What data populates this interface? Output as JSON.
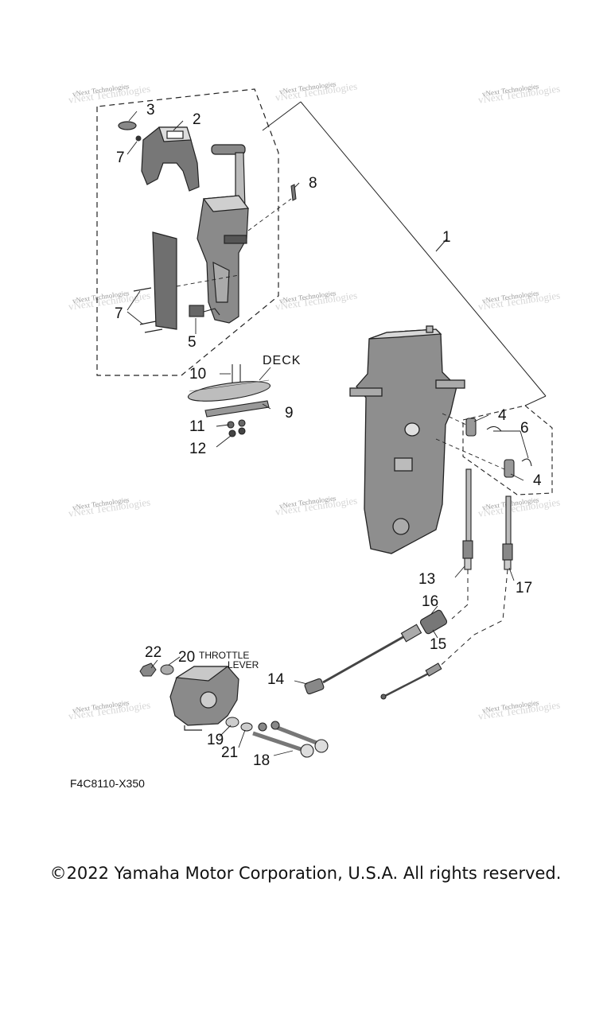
{
  "diagram": {
    "callouts": [
      "1",
      "2",
      "3",
      "4",
      "4",
      "5",
      "6",
      "7",
      "7",
      "8",
      "9",
      "10",
      "11",
      "12",
      "13",
      "14",
      "15",
      "16",
      "17",
      "18",
      "19",
      "20",
      "21",
      "22"
    ],
    "deck_label": "DECK",
    "throttle_label_line1": "THROTTLE",
    "throttle_label_line2": "LEVER",
    "figure_code": "F4C8110-X350",
    "watermark_line1": "vNext Technologies",
    "watermark_line2": "vNext Technologies"
  },
  "footer": {
    "copyright": "©2022 Yamaha Motor Corporation, U.S.A. All rights reserved."
  },
  "colors": {
    "ink": "#111111",
    "watermark": "#9a9a9a",
    "background": "#ffffff"
  }
}
